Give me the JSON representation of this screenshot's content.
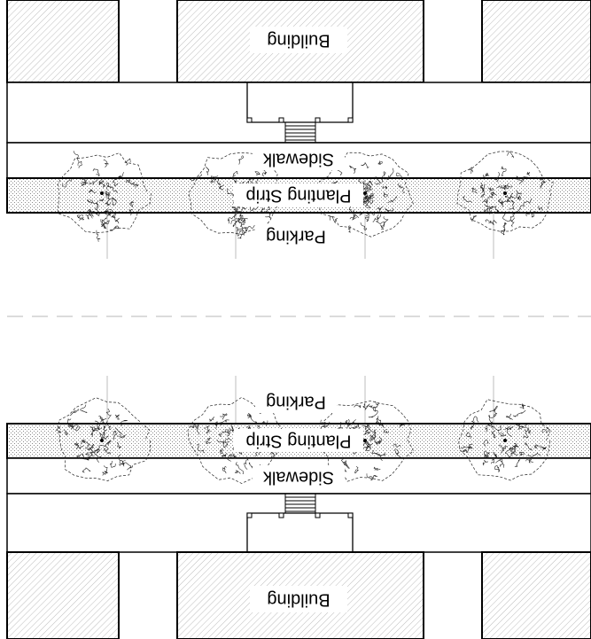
{
  "plan": {
    "labels": {
      "building": "Building",
      "sidewalk": "Sidewalk",
      "planting_strip": "Planting Strip",
      "parking": "Parking"
    },
    "colors": {
      "line": "#000000",
      "hatch": "#bdbdbd",
      "stipple": "#8a8a8a",
      "tree": "#222222",
      "divider": "#cfcfcf"
    },
    "orientation": "upside-down",
    "tree_count_per_street": 4,
    "street_count": 2
  }
}
